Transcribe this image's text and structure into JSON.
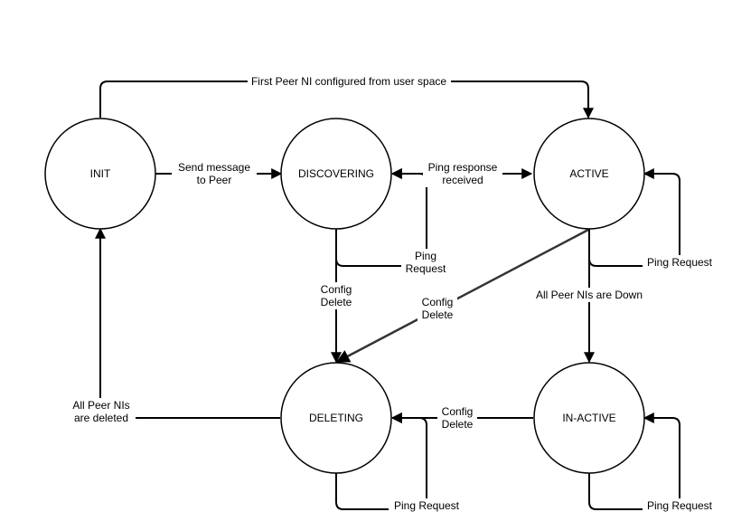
{
  "states": {
    "init": "INIT",
    "discovering": "DISCOVERING",
    "active": "ACTIVE",
    "deleting": "DELETING",
    "inactive": "IN-ACTIVE"
  },
  "edges": {
    "init_to_active": "First Peer NI configured from user space",
    "init_to_discovering": [
      "Send message",
      "to Peer"
    ],
    "discovering_to_active": [
      "Ping response",
      "received"
    ],
    "discovering_self": [
      "Ping",
      "Request"
    ],
    "discovering_to_deleting": [
      "Config",
      "Delete"
    ],
    "active_self": "Ping Request",
    "active_to_deleting": [
      "Config",
      "Delete"
    ],
    "active_to_inactive": "All Peer NIs are Down",
    "inactive_to_deleting": [
      "Config",
      "Delete"
    ],
    "inactive_self": "Ping Request",
    "deleting_self": "Ping Request",
    "deleting_to_init": [
      "All Peer NIs",
      "are deleted"
    ]
  }
}
